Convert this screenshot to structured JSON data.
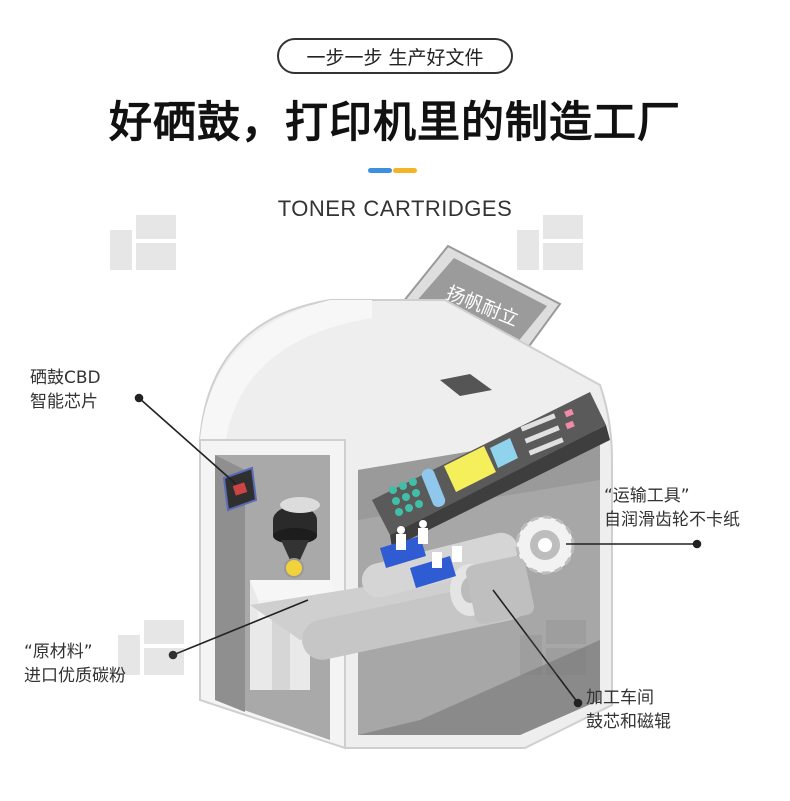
{
  "tagline": "一步一步 生产好文件",
  "headline": "好硒鼓，打印机里的制造工厂",
  "subtitle": "TONER CARTRIDGES",
  "paper_text": "扬帆耐立",
  "callouts": {
    "chip": [
      "硒鼓CBD",
      "智能芯片"
    ],
    "gear": [
      "“运输工具”",
      "自润滑齿轮不卡纸"
    ],
    "toner": [
      "“原材料”",
      "进口优质碳粉"
    ],
    "drum": [
      "加工车间",
      "鼓芯和磁辊"
    ]
  },
  "colors": {
    "accent_blue": "#3f8fe0",
    "accent_yellow": "#f3b526",
    "panel_yellow": "#f4ef5a",
    "panel_blue": "#8fd3ec",
    "panel_teal": "#3fbfa8",
    "worker_blue": "#2f5bd3",
    "pink_button": "#f08aa6"
  }
}
